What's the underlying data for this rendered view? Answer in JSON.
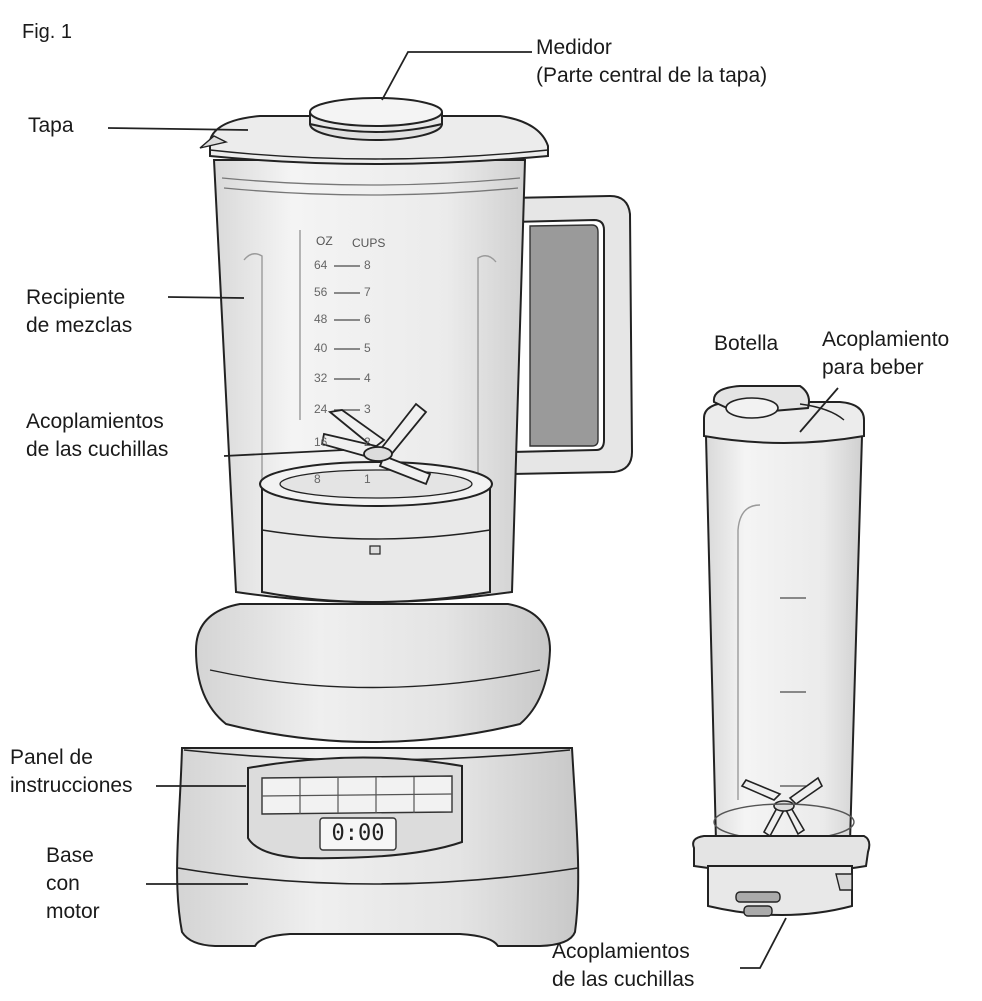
{
  "figure_label": "Fig. 1",
  "labels": {
    "measuring_cap": {
      "line1": "Medidor",
      "line2": "(Parte central de la tapa)"
    },
    "lid": {
      "line1": "Tapa"
    },
    "mixing_jar": {
      "line1": "Recipiente",
      "line2": "de mezclas"
    },
    "blade_assembly_jar": {
      "line1": "Acoplamientos",
      "line2": "de las cuchillas"
    },
    "control_panel": {
      "line1": "Panel de",
      "line2": "instrucciones"
    },
    "motor_base": {
      "line1": "Base",
      "line2": "con",
      "line3": "motor"
    },
    "bottle": {
      "line1": "Botella"
    },
    "drinking_lid": {
      "line1": "Acoplamiento",
      "line2": "para beber"
    },
    "blade_assembly_bottle": {
      "line1": "Acoplamientos",
      "line2": "de las cuchillas"
    }
  },
  "jar_scale": {
    "oz_header": "OZ",
    "cups_header": "CUPS",
    "marks": [
      {
        "oz": "64",
        "cups": "8"
      },
      {
        "oz": "56",
        "cups": "7"
      },
      {
        "oz": "48",
        "cups": "6"
      },
      {
        "oz": "40",
        "cups": "5"
      },
      {
        "oz": "32",
        "cups": "4"
      },
      {
        "oz": "24",
        "cups": "3"
      },
      {
        "oz": "16",
        "cups": "2"
      },
      {
        "oz": "8",
        "cups": "1"
      }
    ]
  },
  "display_readout": "0:00",
  "colors": {
    "line": "#222222",
    "jar_fill": "#eeeeee",
    "body_fill": "#e2e2e2",
    "handle_grip": "#9a9a9a",
    "background": "#ffffff"
  }
}
